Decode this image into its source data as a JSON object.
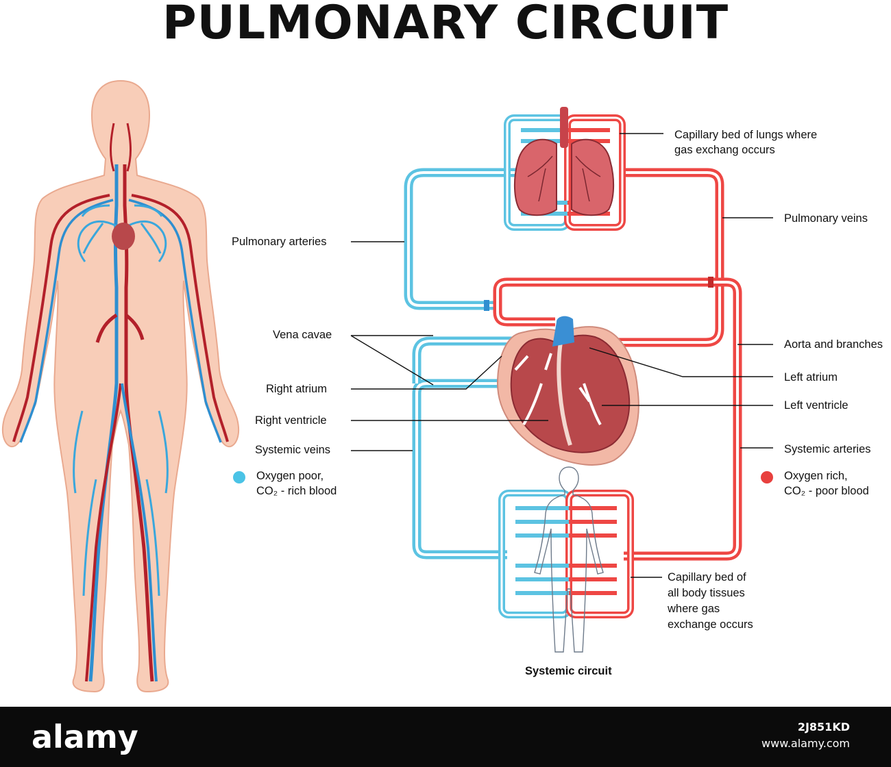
{
  "title": "PULMONARY CIRCUIT",
  "labels": {
    "capillary_lungs_1": "Capillary bed of lungs where",
    "capillary_lungs_2": "gas exchang occurs",
    "pulmonary_veins": "Pulmonary veins",
    "pulmonary_arteries": "Pulmonary arteries",
    "vena_cavae": "Vena cavae",
    "aorta": "Aorta and branches",
    "left_atrium": "Left atrium",
    "right_atrium": "Right atrium",
    "left_ventricle": "Left ventricle",
    "right_ventricle": "Right ventricle",
    "systemic_veins": "Systemic veins",
    "systemic_arteries": "Systemic arteries",
    "capillary_body": "Capillary bed of all body tissues where gas exchange occurs",
    "systemic_circuit": "Systemic circuit"
  },
  "legend": {
    "poor_1": "Oxygen poor,",
    "poor_2": "CO₂ - rich blood",
    "rich_1": "Oxygen rich,",
    "rich_2": "CO₂ - poor blood",
    "poor_color": "#4bc3e6",
    "rich_color": "#e8403e"
  },
  "colors": {
    "blue": "#5cc3e2",
    "red": "#ee4744",
    "blue_dark": "#2f8fd0",
    "red_dark": "#b3202a",
    "skin": "#f8cdb8",
    "skin_line": "#e9a98f",
    "heart": "#b8484b",
    "lung": "#d9656b"
  },
  "watermark": {
    "brand": "alamy",
    "image_id": "2J851KD",
    "site": "www.alamy.com"
  }
}
